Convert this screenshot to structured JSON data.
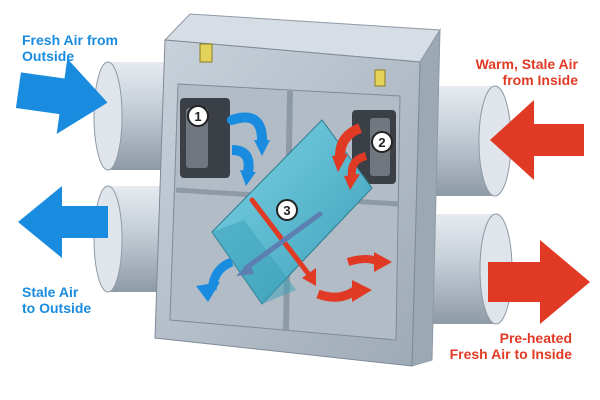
{
  "labels": {
    "fresh_air_from_outside": "Fresh Air from\nOutside",
    "warm_stale_air_from_inside": "Warm, Stale Air\nfrom Inside",
    "stale_air_to_outside": "Stale Air\nto Outside",
    "preheated_fresh_air_to_inside": "Pre-heated\nFresh Air to Inside"
  },
  "callouts": {
    "c1": "1",
    "c2": "2",
    "c3": "3"
  },
  "colors": {
    "fresh_air": "#1a8ce0",
    "stale_air": "#e03a24",
    "housing": "#b8c3cf",
    "core": "#4fb3c9"
  },
  "icons": {
    "flow_arrow": "arrow",
    "callout": "numbered-circle"
  }
}
